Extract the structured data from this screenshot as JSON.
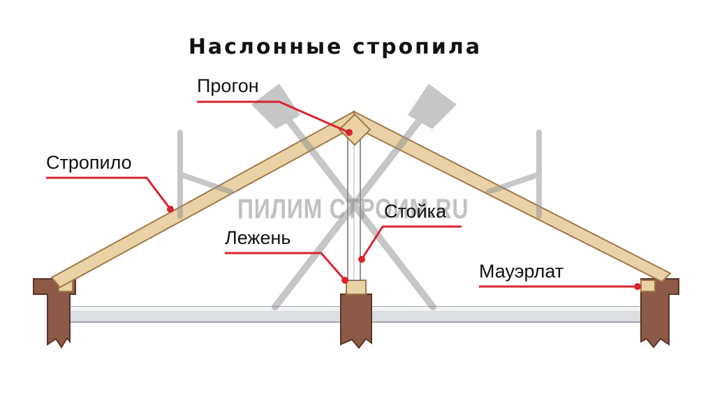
{
  "title": "Наслонные стропила",
  "labels": {
    "progon": "Прогон",
    "stropilo": "Стропило",
    "stoyka": "Стойка",
    "lezhen": "Лежень",
    "mauerlat": "Мауэрлат"
  },
  "watermark": {
    "text": "ПИЛИМ СТРОИМ.RU",
    "icon": "crossed-axes-and-saws-logo"
  },
  "colors": {
    "wood": "#e9d3a6",
    "wood_edge": "#a07848",
    "brick": "#8c5a47",
    "brick_edge": "#5a3426",
    "slab": "#dadde2",
    "slab_edge": "#9ea3aa",
    "leader": "#d9232e",
    "watermark": "#8f8f8f"
  }
}
